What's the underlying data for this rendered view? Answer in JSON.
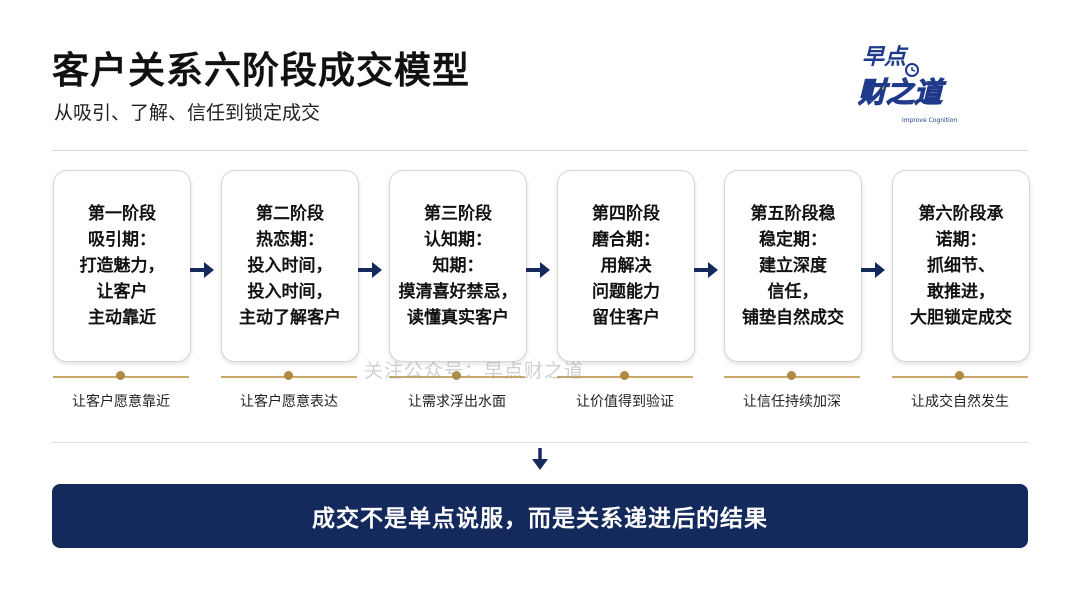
{
  "header": {
    "title": "客户关系六阶段成交模型",
    "subtitle": "从吸引、了解、信任到锁定成交"
  },
  "logo": {
    "line1": "早点",
    "line2": "财之道",
    "tagline": "Improve Cognition"
  },
  "stages": [
    {
      "text": "第一阶段\n吸引期：\n打造魅力，\n让客户\n主动靠近",
      "caption": "让客户愿意靠近"
    },
    {
      "text": "第二阶段\n热恋期：\n投入时间，\n投入时间，\n主动了解客户",
      "caption": "让客户愿意表达"
    },
    {
      "text": "第三阶段\n认知期：\n知期：\n摸清喜好禁忌，\n读懂真实客户",
      "caption": "让需求浮出水面"
    },
    {
      "text": "第四阶段\n磨合期：\n用解决\n问题能力\n留住客户",
      "caption": "让价值得到验证"
    },
    {
      "text": "第五阶段稳\n稳定期：\n建立深度\n信任，\n铺垫自然成交",
      "caption": "让信任持续加深"
    },
    {
      "text": "第六阶段承\n诺期：\n抓细节、\n敢推进，\n大胆锁定成交",
      "caption": "让成交自然发生"
    }
  ],
  "watermark": "关注公众号：早点财之道",
  "result": "成交不是单点说服，而是关系递进后的结果",
  "colors": {
    "navy": "#152a5c",
    "gold": "#b08a42",
    "logo_blue": "#1f3a8a",
    "logo_yellow": "#f2b705"
  }
}
